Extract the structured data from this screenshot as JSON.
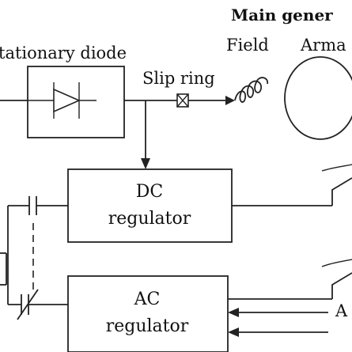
{
  "labels": {
    "main_generator": "Main gener",
    "stationary_diode": "tationary diode",
    "field": "Field",
    "armature": "Arma",
    "slip_ring": "Slip ring",
    "dc_regulator_line1": "DC",
    "dc_regulator_line2": "regulator",
    "ac_regulator_line1": "AC",
    "ac_regulator_line2": "regulator",
    "bottom_right_label": "A"
  }
}
